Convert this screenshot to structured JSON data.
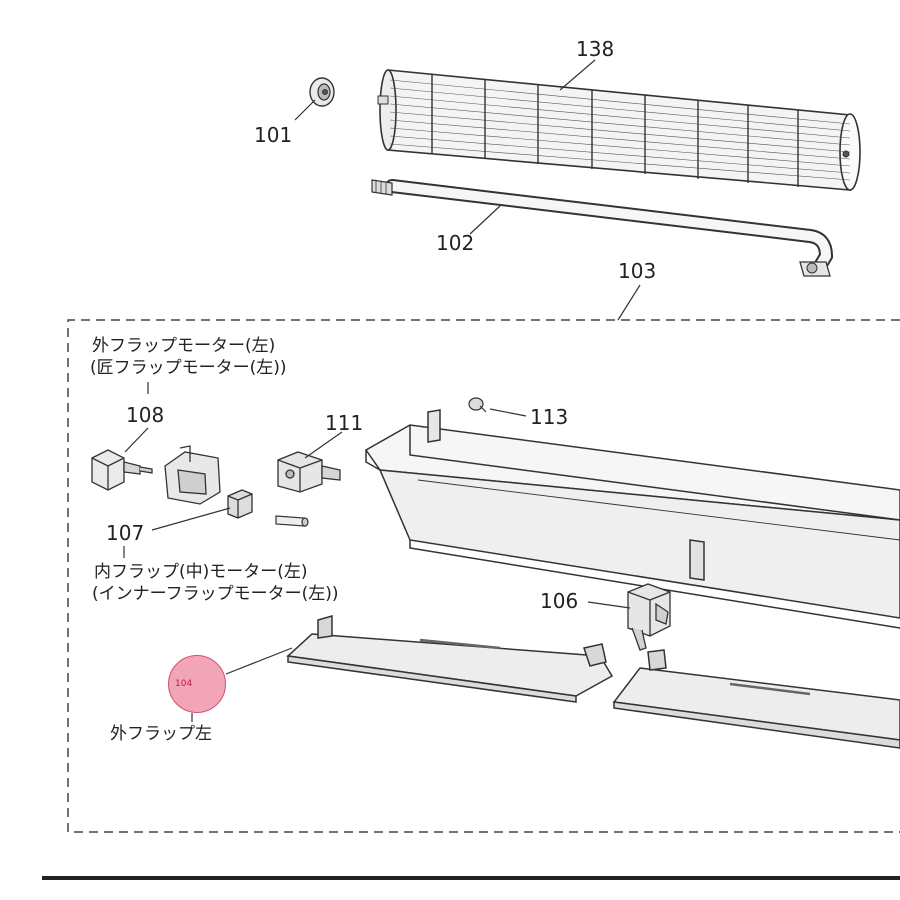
{
  "diagram": {
    "callouts": {
      "c138": "138",
      "c101": "101",
      "c102": "102",
      "c103": "103",
      "c108": "108",
      "c111": "111",
      "c113": "113",
      "c107": "107",
      "c106": "106"
    },
    "captions": {
      "outer_motor_left_line1": "外フラップモーター(左)",
      "outer_motor_left_line2": "(匠フラップモーター(左))",
      "inner_motor_left_line1": "内フラップ(中)モーター(左)",
      "inner_motor_left_line2": "(インナーフラップモーター(左))",
      "outer_flap_left": "外フラップ左"
    },
    "selected_part": {
      "number": "104",
      "highlight_color": "#f2a5b6",
      "border_color": "#d84e6e"
    }
  }
}
